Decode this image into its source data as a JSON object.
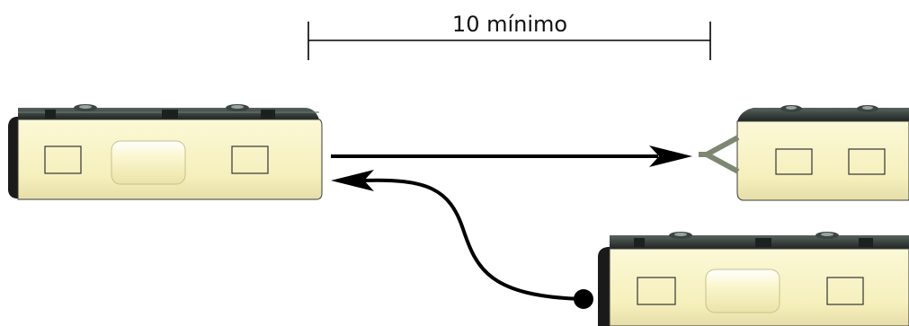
{
  "dimension": {
    "label": "10 mínimo"
  },
  "colors": {
    "vehicle_body": "#f8f3c2",
    "vehicle_roof": "#2d3632",
    "vehicle_roof_mid": "#4a5450",
    "vehicle_outline": "#2a2a2a",
    "tow_bar": "#7d8772",
    "arrow": "#000000",
    "dimension_line": "#000000"
  },
  "vehicles": [
    {
      "name": "left-bus",
      "role": "towing vehicle"
    },
    {
      "name": "right-vehicle",
      "role": "towed vehicle with tow bar"
    },
    {
      "name": "bottom-bus",
      "role": "starting position"
    }
  ],
  "arrows": [
    {
      "name": "forward-arrow",
      "direction": "right"
    },
    {
      "name": "return-arrow",
      "direction": "left",
      "shape": "curved",
      "start_marker": "dot"
    }
  ],
  "icons": [
    "arrowhead-icon",
    "start-dot-icon",
    "tow-bar-icon"
  ]
}
